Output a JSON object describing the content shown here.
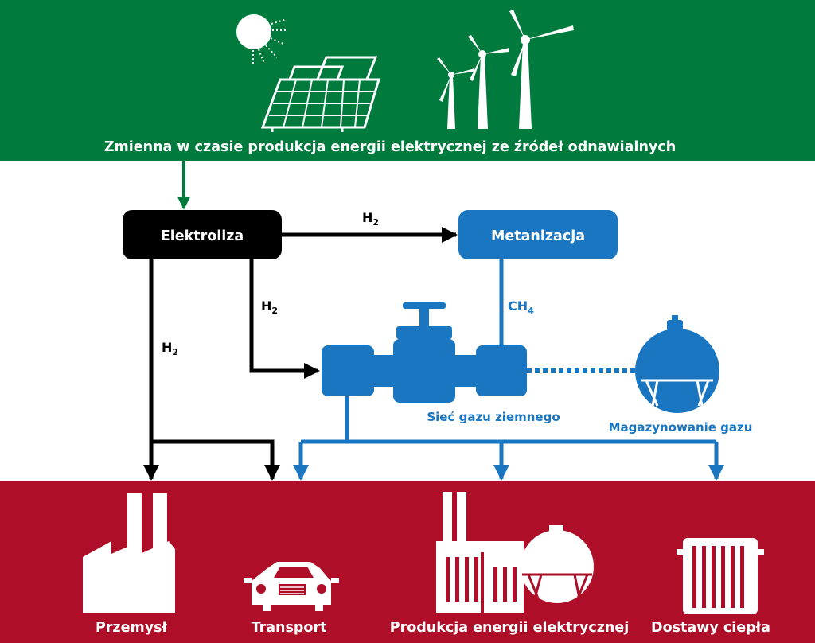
{
  "colors": {
    "green": "#017a3d",
    "red": "#ae0e27",
    "black": "#000000",
    "blue": "#1a76c0",
    "white": "#ffffff"
  },
  "header": {
    "caption": "Zmienna w czasie produkcja energii elektrycznej ze źródeł odnawialnych",
    "icons": [
      "sun-icon",
      "solar-panel-icon",
      "wind-turbine-icon"
    ]
  },
  "nodes": {
    "electrolysis": "Elektroliza",
    "methanation": "Metanizacja",
    "gas_grid": "Sieć gazu ziemnego",
    "gas_storage": "Magazynowanie gazu"
  },
  "flows": {
    "h2": "H",
    "h2_sub": "2",
    "ch4": "CH",
    "ch4_sub": "4"
  },
  "consumers": [
    {
      "label": "Przemysł",
      "icon": "factory-icon"
    },
    {
      "label": "Transport",
      "icon": "car-icon"
    },
    {
      "label": "Produkcja energii elektrycznej",
      "icon": "power-plant-icon"
    },
    {
      "label": "Dostawy ciepła",
      "icon": "radiator-icon"
    }
  ]
}
